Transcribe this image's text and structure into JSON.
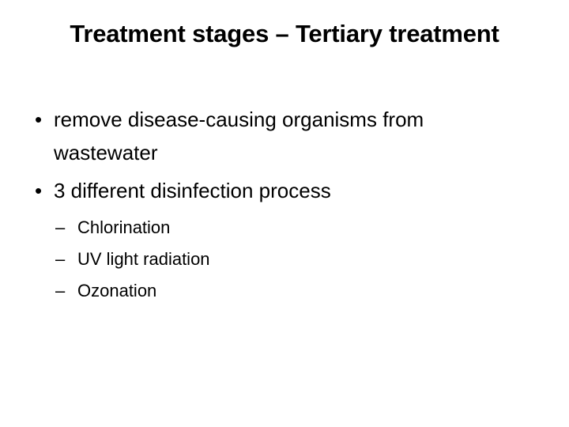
{
  "slide": {
    "background_color": "#ffffff",
    "text_color": "#000000",
    "title": "Treatment stages – Tertiary treatment",
    "title_line1": "Treatment stages – Tertiary",
    "title_line2": "treatment",
    "bullet_marker_level1": "•",
    "bullet_marker_level2": "–",
    "content": {
      "level1": [
        {
          "text": "remove disease-causing organisms from wastewater",
          "children": []
        },
        {
          "text": "3 different disinfection process",
          "children": [
            "Chlorination",
            "UV light radiation",
            "Ozonation"
          ]
        }
      ]
    }
  }
}
